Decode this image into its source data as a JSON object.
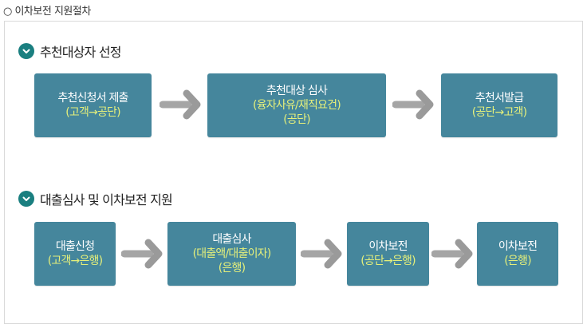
{
  "page_title": "○ 이차보전 지원절차",
  "colors": {
    "box": "#45869c",
    "box_text": "#ffffff",
    "box_sub_text": "#e6f07a",
    "arrow": "#a5a5a5",
    "section_icon": "#1a7f80"
  },
  "sections": [
    {
      "heading": "추천대상자 선정",
      "steps": [
        {
          "title": "추천신청서 제출",
          "lines": [
            "(고객→공단)"
          ]
        },
        {
          "title": "추천대상 심사",
          "lines": [
            "(융자사유/재직요건)",
            "(공단)"
          ]
        },
        {
          "title": "추천서발급",
          "lines": [
            "(공단→고객)"
          ]
        }
      ]
    },
    {
      "heading": "대출심사 및 이차보전 지원",
      "steps": [
        {
          "title": "대출신청",
          "lines": [
            "(고객→은행)"
          ]
        },
        {
          "title": "대출심사",
          "lines": [
            "(대출액/대출이자)",
            "(은행)"
          ]
        },
        {
          "title": "이차보전",
          "lines": [
            "(공단→은행)"
          ]
        },
        {
          "title": "이차보전",
          "lines": [
            "(은행)"
          ]
        }
      ]
    }
  ]
}
